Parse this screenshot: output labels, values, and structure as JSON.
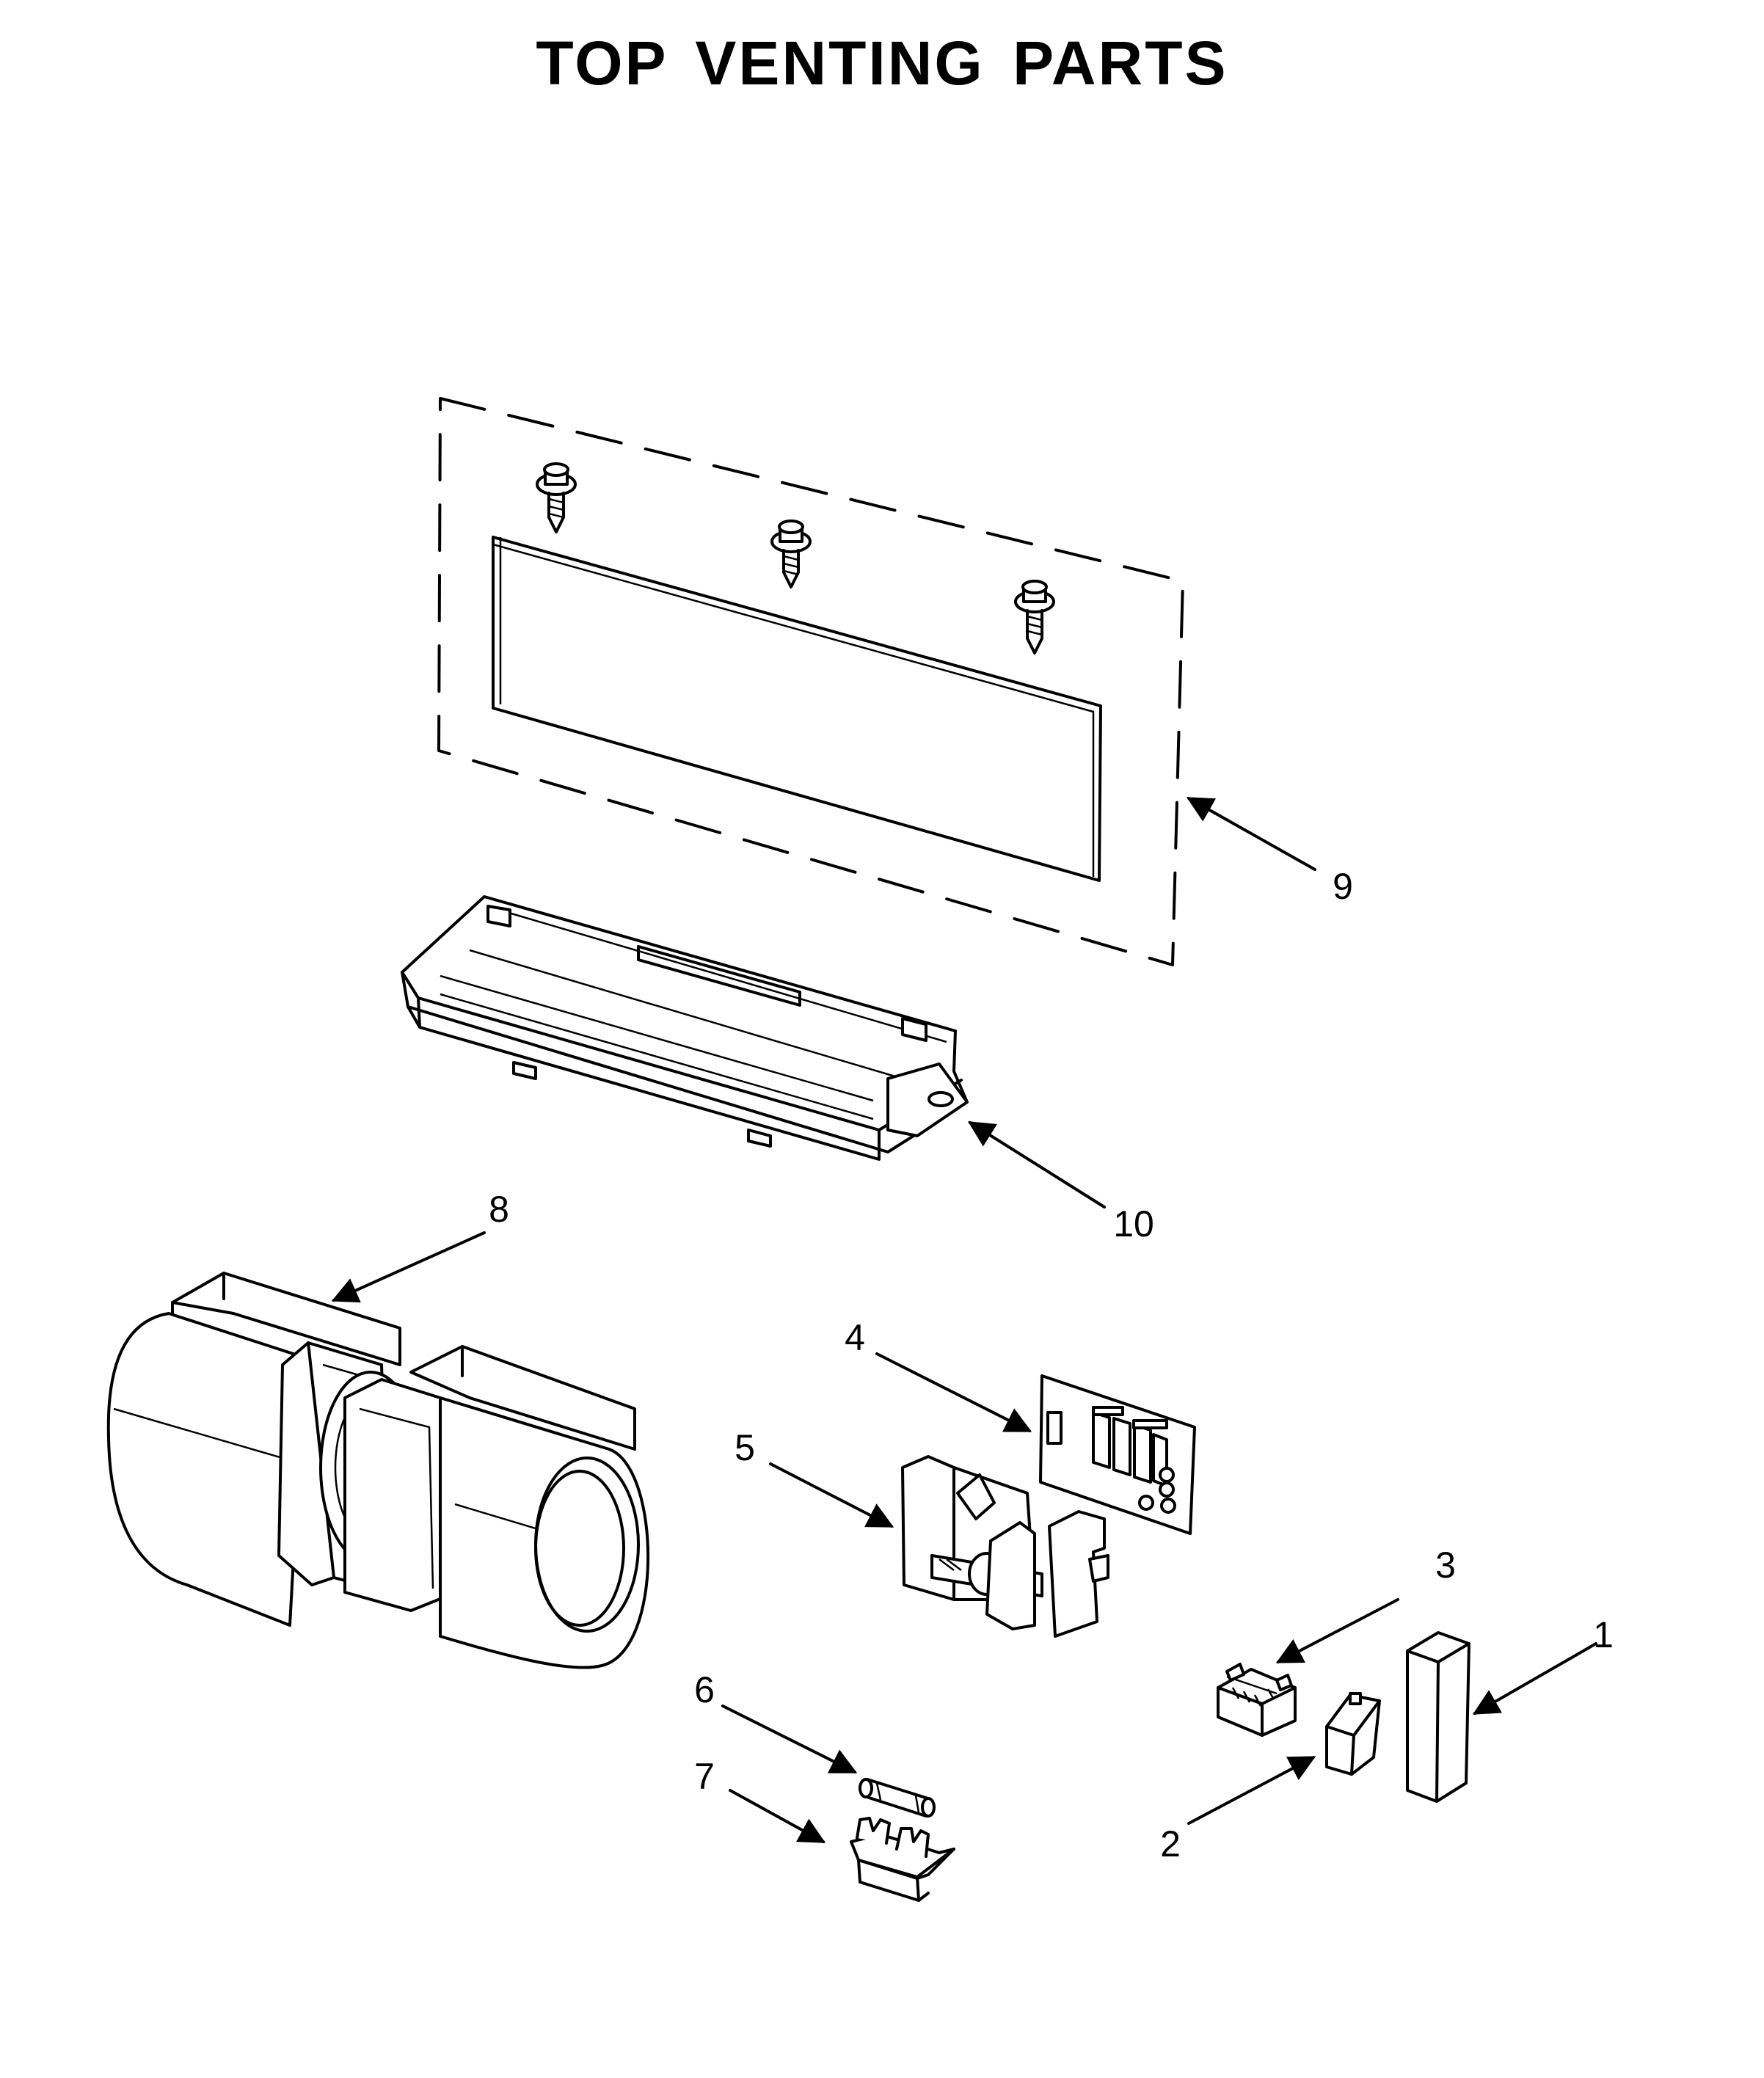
{
  "title": "TOP VENTING PARTS",
  "callouts": [
    "1",
    "2",
    "3",
    "4",
    "5",
    "6",
    "7",
    "8",
    "9",
    "10"
  ],
  "parts": [
    {
      "callout": "1",
      "icon": "block-part-icon"
    },
    {
      "callout": "2",
      "icon": "relay-part-icon"
    },
    {
      "callout": "3",
      "icon": "connector-part-icon"
    },
    {
      "callout": "4",
      "icon": "circuit-board-icon"
    },
    {
      "callout": "5",
      "icon": "bracket-assembly-icon"
    },
    {
      "callout": "6",
      "icon": "fuse-icon"
    },
    {
      "callout": "7",
      "icon": "fuse-holder-icon"
    },
    {
      "callout": "8",
      "icon": "blower-motor-icon"
    },
    {
      "callout": "9",
      "icon": "vent-plate-kit-icon"
    },
    {
      "callout": "10",
      "icon": "damper-housing-icon"
    }
  ]
}
